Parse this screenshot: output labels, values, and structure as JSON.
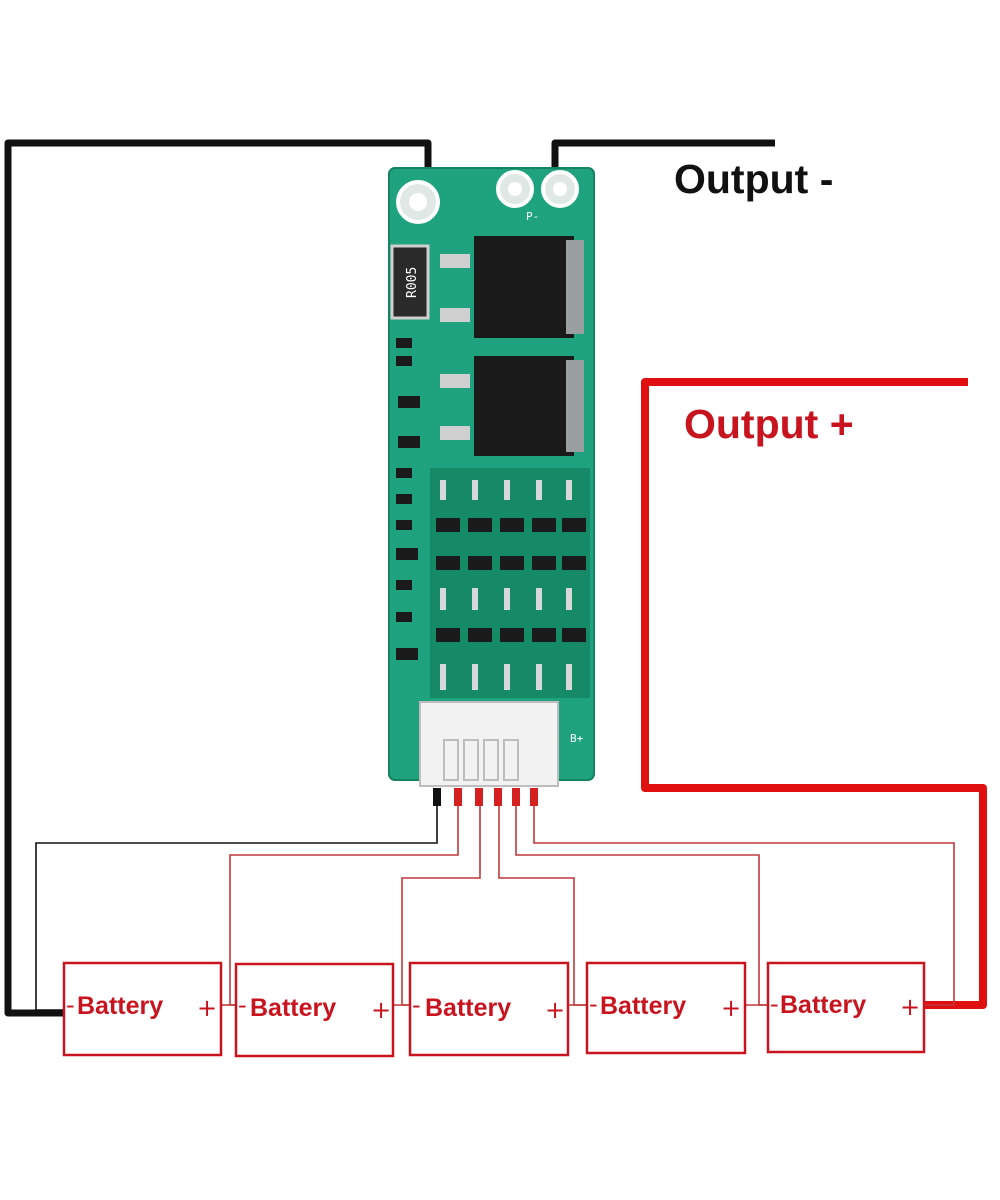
{
  "labels": {
    "output_neg": "Output -",
    "output_pos": "Output +"
  },
  "board": {
    "resistor_marking": "R005",
    "bplus_marking": "B+",
    "p_minus_marking": "P-"
  },
  "batteries": [
    {
      "label": "Battery",
      "neg": "-",
      "pos": "+"
    },
    {
      "label": "Battery",
      "neg": "-",
      "pos": "+"
    },
    {
      "label": "Battery",
      "neg": "-",
      "pos": "+"
    },
    {
      "label": "Battery",
      "neg": "-",
      "pos": "+"
    },
    {
      "label": "Battery",
      "neg": "-",
      "pos": "+"
    }
  ],
  "colors": {
    "output_neg_wire": "#111111",
    "output_pos_wire": "#e01010",
    "balance_wire": "#c0393b",
    "battery_border": "#c8141e",
    "pcb": "#1fa37e",
    "pcb_dark": "#168a67",
    "mosfet": "#1a1a1a",
    "connector": "#f2f2f2"
  },
  "icons": {
    "pcb": "bms-pcb-board-icon",
    "mosfet": "mosfet-chip-icon",
    "connector": "balance-connector-icon"
  }
}
